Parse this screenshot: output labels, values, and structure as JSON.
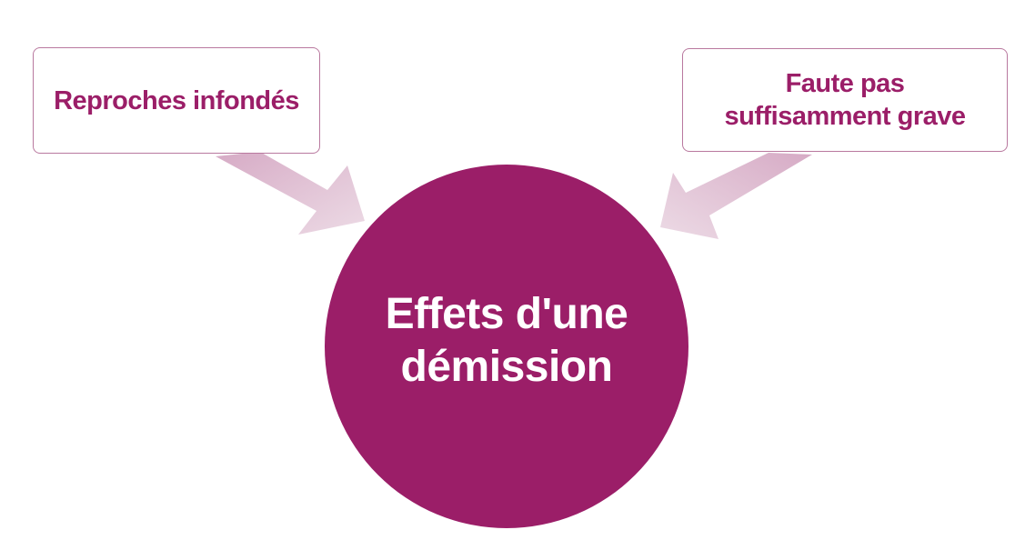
{
  "diagram": {
    "center": {
      "label": "Effets d'une\ndémission"
    },
    "inputs": [
      {
        "label": "Reproches infondés"
      },
      {
        "label": "Faute pas\nsuffisamment grave"
      }
    ]
  },
  "colors": {
    "primary": "#9b1e68",
    "box_border": "#b9799f",
    "arrow": "#d4a6c2",
    "background": "#ffffff"
  }
}
